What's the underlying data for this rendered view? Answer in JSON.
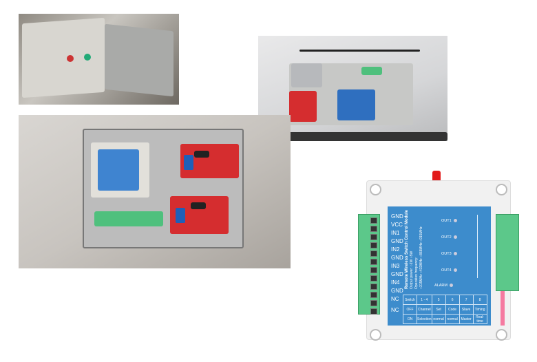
{
  "module": {
    "title": "Remote Wireless Switch Control Module",
    "output_power": "Output power: ○1W ○5W",
    "op_freq_label": "Operation frequency:",
    "frequencies": "○315MHz ○433MHz ○868MHz ○915MHz",
    "pins": [
      "GND",
      "VCC",
      "IN1",
      "GND",
      "IN2",
      "GND",
      "IN3",
      "GND",
      "IN4",
      "GND",
      "NC",
      "NC"
    ],
    "outputs": [
      "OUT1",
      "OUT2",
      "OUT3",
      "OUT4",
      "ALARM"
    ],
    "table": [
      [
        "Switch",
        "1 - 4",
        "5",
        "6",
        "7",
        "8"
      ],
      [
        "OFF",
        "Channel",
        "Set",
        "Code",
        "Slave",
        "Timing"
      ],
      [
        "ON",
        "Selection",
        "normal",
        "normal",
        "Master",
        "Real-time"
      ]
    ]
  }
}
